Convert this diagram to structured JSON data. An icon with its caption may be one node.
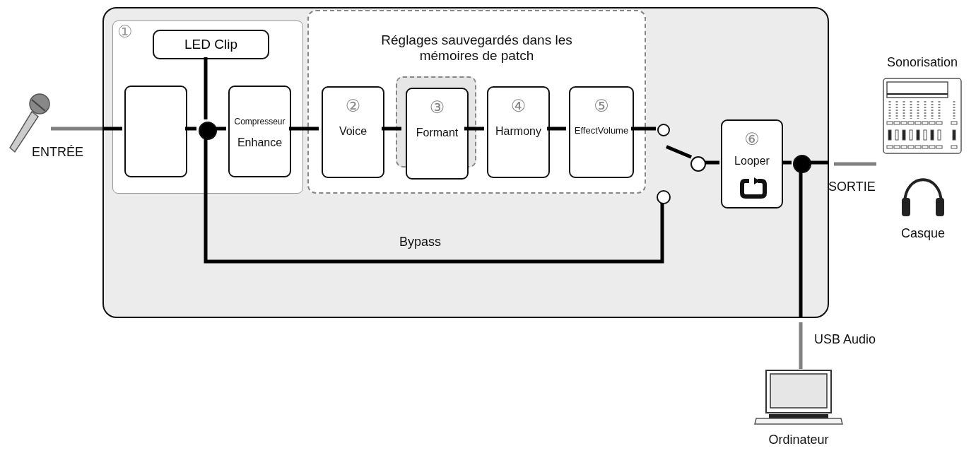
{
  "diagram": {
    "nodes": [
      {
        "text": [],
        "shape": "box"
      },
      {
        "text": [
          "①"
        ],
        "in": 0
      },
      {
        "text": [
          "LED Clip"
        ],
        "in": 1
      },
      {
        "text": [],
        "shape": "box",
        "in": 1
      },
      {
        "text": [],
        "shape": "circle",
        "in": 1
      },
      {
        "text": [
          "Compresseur",
          "Enhance"
        ],
        "in": 1
      },
      {
        "text": [
          "Réglages sauvegardés dans les mémoires de patch"
        ],
        "in": 0
      },
      {
        "text": [
          "②",
          "Voice"
        ],
        "in": 6
      },
      {
        "text": [],
        "shape": "box",
        "in": 6
      },
      {
        "text": [
          "③",
          "Formant"
        ],
        "in": 8
      },
      {
        "text": [
          "④",
          "Harmony"
        ],
        "in": 6
      },
      {
        "text": [
          "⑤",
          "EffectVolume"
        ],
        "in": 6
      },
      {
        "text": [],
        "shape": "circle",
        "in": 0
      },
      {
        "text": [],
        "shape": "circle",
        "in": 0
      },
      {
        "text": [],
        "shape": "circle",
        "in": 0
      },
      {
        "text": [
          "⑥",
          "Looper"
        ],
        "in": 0
      },
      {
        "text": [],
        "shape": "circle",
        "in": 0
      },
      {
        "text": [],
        "shape": "picture"
      },
      {
        "text": [
          "Sonorisation"
        ]
      },
      {
        "text": [
          "Casque"
        ]
      },
      {
        "text": [
          "Ordinateur"
        ]
      }
    ],
    "edges": [
      {
        "from": 17,
        "to": 0,
        "arrow": "none",
        "label": "ENTRÉE",
        "color": "#808080"
      },
      {
        "from": 0,
        "to": 3,
        "arrow": "none"
      },
      {
        "from": 3,
        "to": 4,
        "arrow": "none"
      },
      {
        "from": 2,
        "to": 4,
        "arrow": "none"
      },
      {
        "from": 4,
        "to": 5,
        "arrow": "none"
      },
      {
        "from": 5,
        "to": 7,
        "arrow": "none"
      },
      {
        "from": 7,
        "to": 9,
        "arrow": "none"
      },
      {
        "from": 9,
        "to": 10,
        "arrow": "none"
      },
      {
        "from": 10,
        "to": 11,
        "arrow": "none"
      },
      {
        "from": 11,
        "to": 12,
        "arrow": "none"
      },
      {
        "from": 13,
        "to": 15,
        "arrow": "none"
      },
      {
        "from": 4,
        "to": 14,
        "arrow": "none",
        "label": "Bypass"
      },
      {
        "from": 15,
        "to": 16,
        "arrow": "none"
      },
      {
        "from": 16,
        "to": 0,
        "arrow": "none"
      },
      {
        "from": 0,
        "to": null,
        "arrow": "none",
        "label": "SORTIE",
        "color": "#808080"
      },
      {
        "from": 16,
        "to": 0,
        "arrow": "none"
      },
      {
        "from": 0,
        "to": 20,
        "arrow": "none",
        "label": "USB Audio",
        "color": "#808080"
      },
      {
        "from": 13,
        "to": 12,
        "arrow": "none"
      }
    ]
  }
}
